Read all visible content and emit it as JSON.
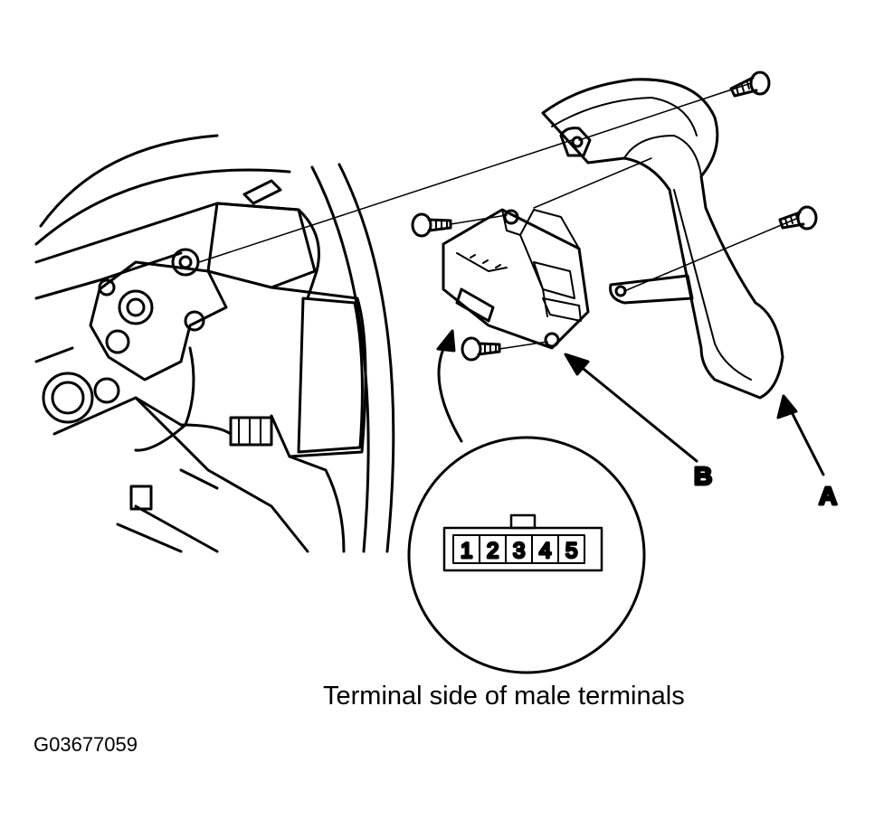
{
  "callouts": {
    "a": "A",
    "b": "B"
  },
  "connector": {
    "pins": [
      "1",
      "2",
      "3",
      "4",
      "5"
    ]
  },
  "caption": "Terminal side of male terminals",
  "figure_id": "G03677059"
}
